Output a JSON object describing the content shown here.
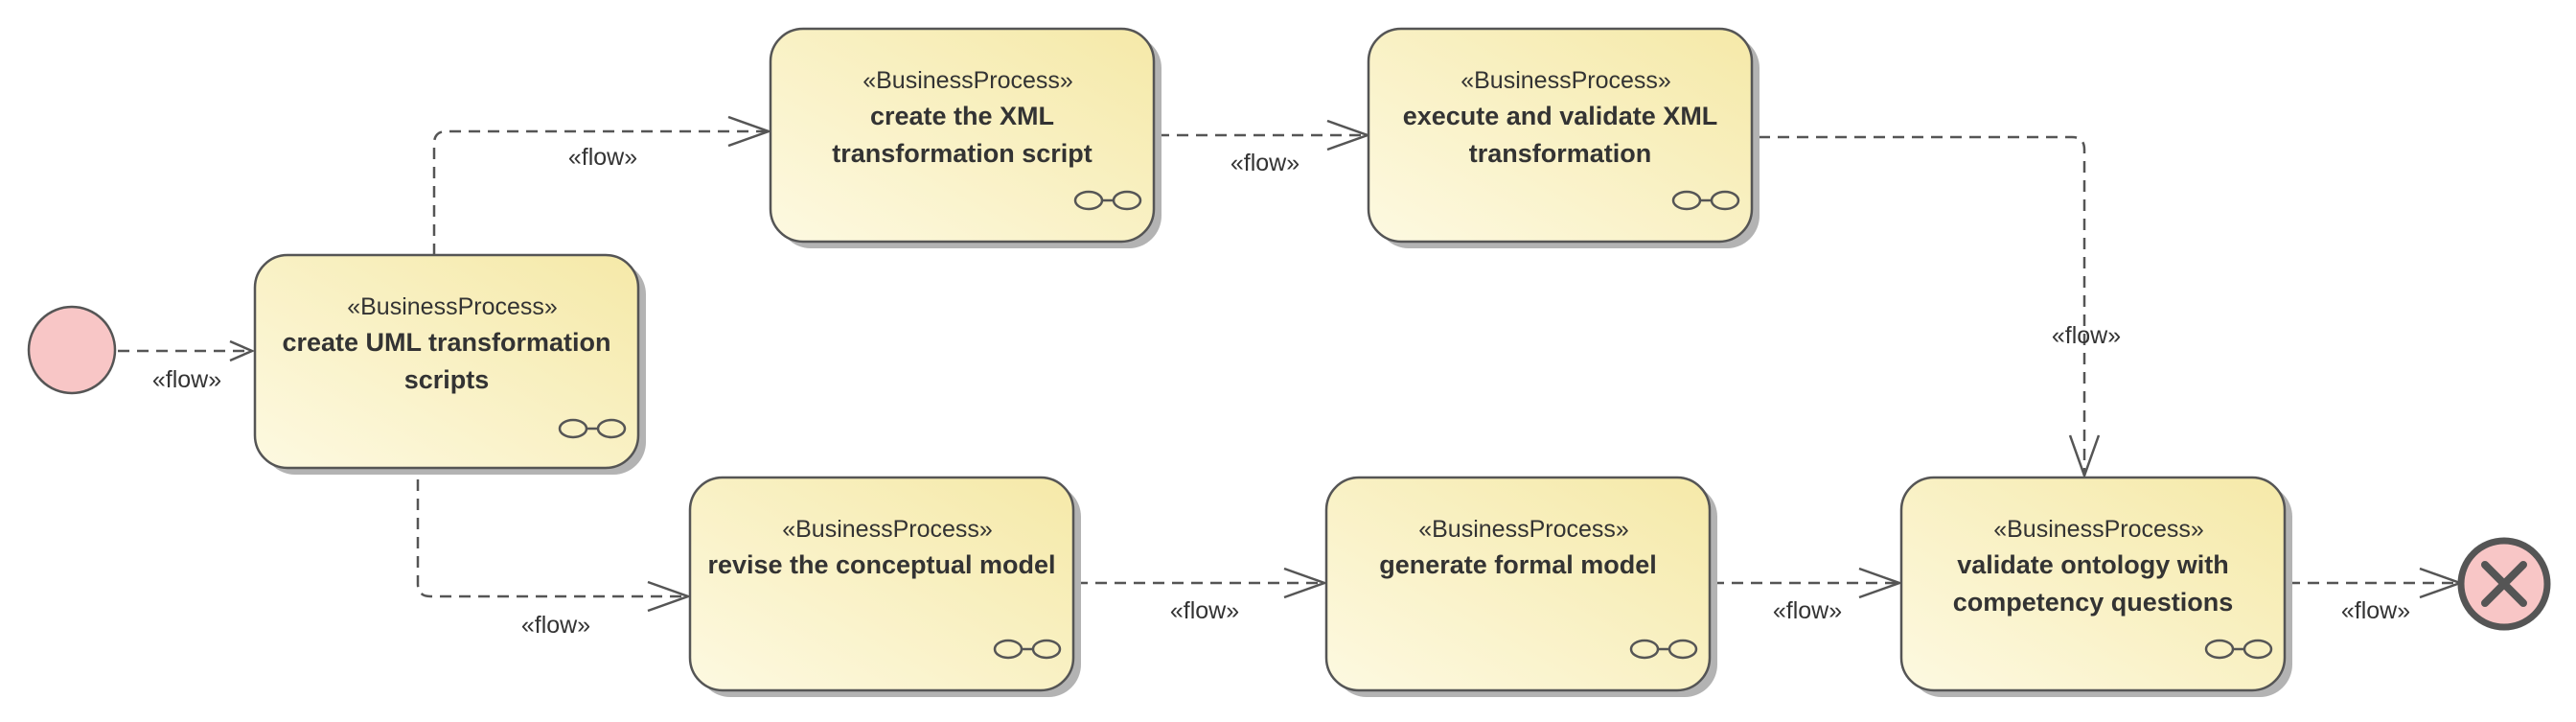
{
  "colors": {
    "process_fill_light": "#fdf9e1",
    "process_fill_dark": "#f5e9a8",
    "process_border": "#555555",
    "start_fill": "#f8c6c6",
    "end_fill": "#f8c6c6",
    "edge": "#555555",
    "text": "#333333"
  },
  "diagram": {
    "stereotype": "«BusinessProcess»",
    "flow_label": "«flow»",
    "start_node": {
      "icon": "initial-node-icon"
    },
    "end_node": {
      "icon": "final-node-x-icon"
    },
    "process_icon": "link-chain-icon",
    "processes": [
      {
        "id": "uml",
        "lines": [
          "create UML transformation",
          "scripts"
        ]
      },
      {
        "id": "xmlscript",
        "lines": [
          "create the XML",
          "transformation script"
        ]
      },
      {
        "id": "execute",
        "lines": [
          "execute and validate XML",
          "transformation"
        ]
      },
      {
        "id": "revise",
        "lines": [
          "revise the conceptual model"
        ]
      },
      {
        "id": "generate",
        "lines": [
          "generate formal model"
        ]
      },
      {
        "id": "validate",
        "lines": [
          "validate ontology with",
          "competency questions"
        ]
      }
    ],
    "flows": [
      {
        "from": "start",
        "to": "uml",
        "label": "«flow»"
      },
      {
        "from": "uml",
        "to": "xmlscript",
        "label": "«flow»"
      },
      {
        "from": "xmlscript",
        "to": "execute",
        "label": "«flow»"
      },
      {
        "from": "execute",
        "to": "validate",
        "label": "«flow»"
      },
      {
        "from": "uml",
        "to": "revise",
        "label": "«flow»"
      },
      {
        "from": "revise",
        "to": "generate",
        "label": "«flow»"
      },
      {
        "from": "generate",
        "to": "validate",
        "label": "«flow»"
      },
      {
        "from": "validate",
        "to": "end",
        "label": "«flow»"
      }
    ]
  }
}
